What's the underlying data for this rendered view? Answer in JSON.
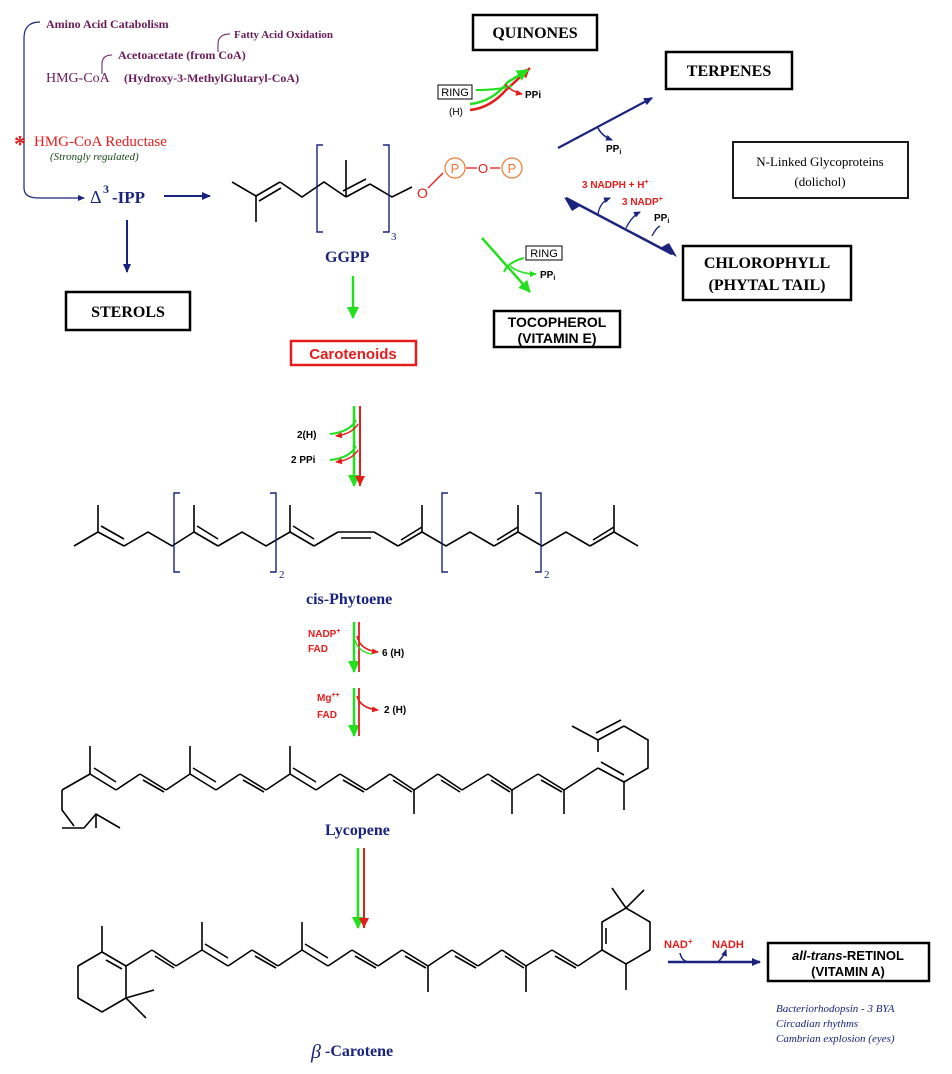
{
  "top_left": {
    "amino_acid": "Amino Acid Catabolism",
    "fatty_acid": "Fatty Acid Oxidation",
    "acetoacetate": "Acetoacetate (from CoA)",
    "hmg_coa": "HMG-CoA",
    "hmg_coa_full": "(Hydroxy-3-MethylGlutaryl-CoA)",
    "asterisk": "*",
    "reductase": "HMG-CoA Reductase",
    "regulated": "(Strongly regulated)",
    "ipp_delta": "Δ",
    "ipp_sup": "3",
    "ipp_label": "-IPP"
  },
  "boxes": {
    "quinones": "QUINONES",
    "terpenes": "TERPENES",
    "glyco_line1": "N-Linked Glycoproteins",
    "glyco_line2": "(dolichol)",
    "chloro_line1": "CHLOROPHYLL",
    "chloro_line2": "(PHYTAL TAIL)",
    "sterols": "STEROLS",
    "toco_line1": "TOCOPHEROL",
    "toco_line2": "(VITAMIN E)",
    "retinol_line1_italic": "all-trans",
    "retinol_line1_rest": "-RETINOL",
    "retinol_line2": "(VITAMIN A)"
  },
  "ggpp": {
    "label": "GGPP",
    "subscript": "3",
    "o1": "O",
    "p1": "P",
    "o2": "O",
    "p2": "P"
  },
  "reactions": {
    "ring": "RING",
    "h": "(H)",
    "ppi": "PPi",
    "pp": "PP",
    "pp_sub": "i",
    "nadph": "3 NADPH + H",
    "nadph_sup": "+",
    "nadp": "3 NADP",
    "nadp_sup": "+",
    "carotenoids": "Carotenoids",
    "step1_a": "2(H)",
    "step1_b": "2 PPi",
    "phytoene": "cis-Phytoene",
    "phytoene_sub": "2",
    "step2_a": "NADP",
    "step2_a_sup": "+",
    "step2_b": "FAD",
    "step2_c": "6 (H)",
    "step3_a": "Mg",
    "step3_a_sup": "++",
    "step3_b": "FAD",
    "step3_c": "2 (H)",
    "lycopene": "Lycopene",
    "carotene_beta": "β",
    "carotene": "-Carotene",
    "nad": "NAD",
    "nad_sup": "+",
    "nadh": "NADH"
  },
  "notes": [
    "Bacteriorhodopsin - 3 BYA",
    "Circadian rhythms",
    "Cambrian explosion (eyes)"
  ],
  "colors": {
    "navy": "#1a237e",
    "purple": "#6a1b5a",
    "red": "#e41c1c",
    "green": "#22e01e",
    "orange": "#f07a32"
  }
}
